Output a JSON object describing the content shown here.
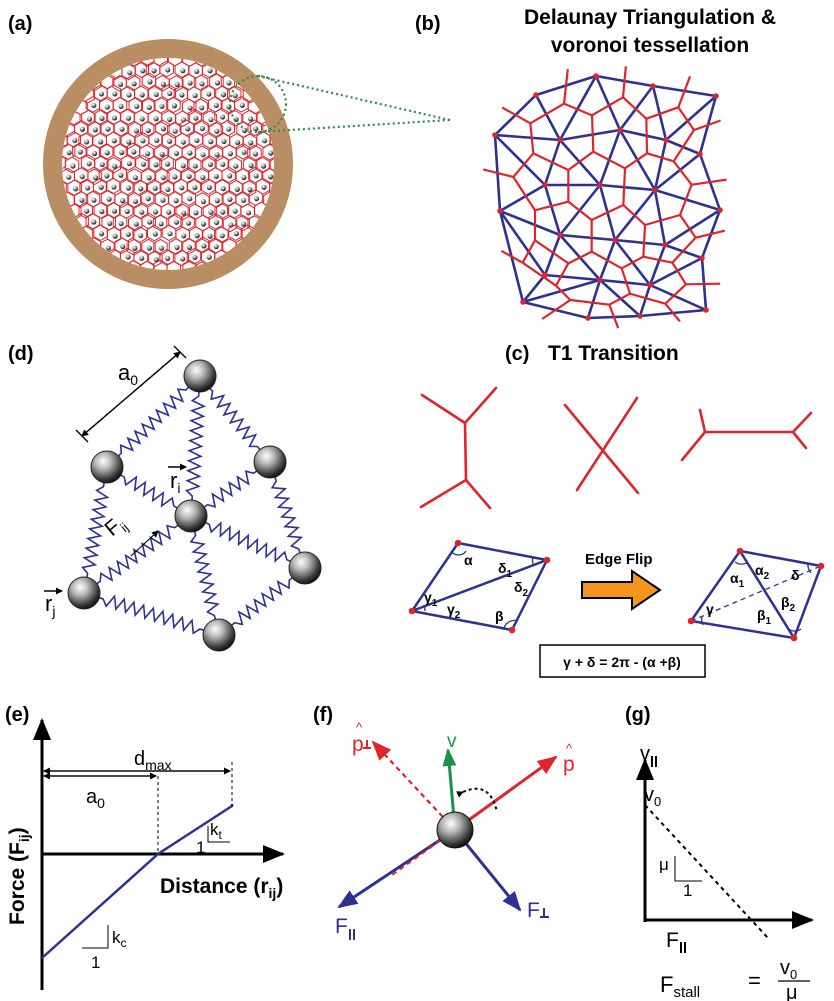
{
  "panels": {
    "a": {
      "label": "(a)"
    },
    "b": {
      "label": "(b)",
      "title_line1": "Delaunay Triangulation &",
      "title_line2": "voronoi tessellation"
    },
    "c": {
      "label": "(c)",
      "title": "T1 Transition",
      "flip_label": "Edge Flip",
      "equation": "γ + δ = 2π - (α +β)"
    },
    "d": {
      "label": "(d)",
      "a0": "a",
      "a0_sub": "0",
      "ri": "r",
      "ri_sub": "i",
      "rj": "r",
      "rj_sub": "j",
      "fij": "F",
      "fij_sub": "ij"
    },
    "e": {
      "label": "(e)",
      "ylabel": "Force (F",
      "ylabel_sub": "ij",
      "ylabel_end": ")",
      "xlabel": "Distance (r",
      "xlabel_sub": "ij",
      "xlabel_end": ")",
      "dmax": "d",
      "dmax_sub": "max",
      "a0": "a",
      "a0_sub": "0",
      "kt": "k",
      "kt_sub": "t",
      "kc": "k",
      "kc_sub": "c",
      "one": "1"
    },
    "f": {
      "label": "(f)",
      "pperp": "p",
      "v": "v",
      "phat": "p",
      "fpar": "F",
      "fperp": "F"
    },
    "g": {
      "label": "(g)",
      "vpar": "v",
      "v0": "v",
      "v0_sub": "0",
      "mu": "μ",
      "one": "1",
      "fpar": "F",
      "fstall": "F",
      "fstall_sub": "stall",
      "eq": "=",
      "num": "v",
      "num_sub": "0",
      "den": "μ"
    }
  },
  "angles": {
    "left": {
      "alpha": "α",
      "delta1": "δ",
      "d1": "1",
      "delta2": "δ",
      "d2": "2",
      "gamma1": "γ",
      "g1": "1",
      "gamma2": "γ",
      "g2": "2",
      "beta": "β"
    },
    "right": {
      "alpha1": "α",
      "a1": "1",
      "alpha2": "α",
      "a2": "2",
      "delta": "δ",
      "gamma": "γ",
      "beta1": "β",
      "b1": "1",
      "beta2": "β",
      "b2": "2"
    }
  },
  "colors": {
    "red": "#e0242b",
    "blue": "#2e3192",
    "tan": "#b98e62",
    "green": "#19924a",
    "orange": "#f7941d",
    "dotgreen": "#2d8a4e"
  }
}
